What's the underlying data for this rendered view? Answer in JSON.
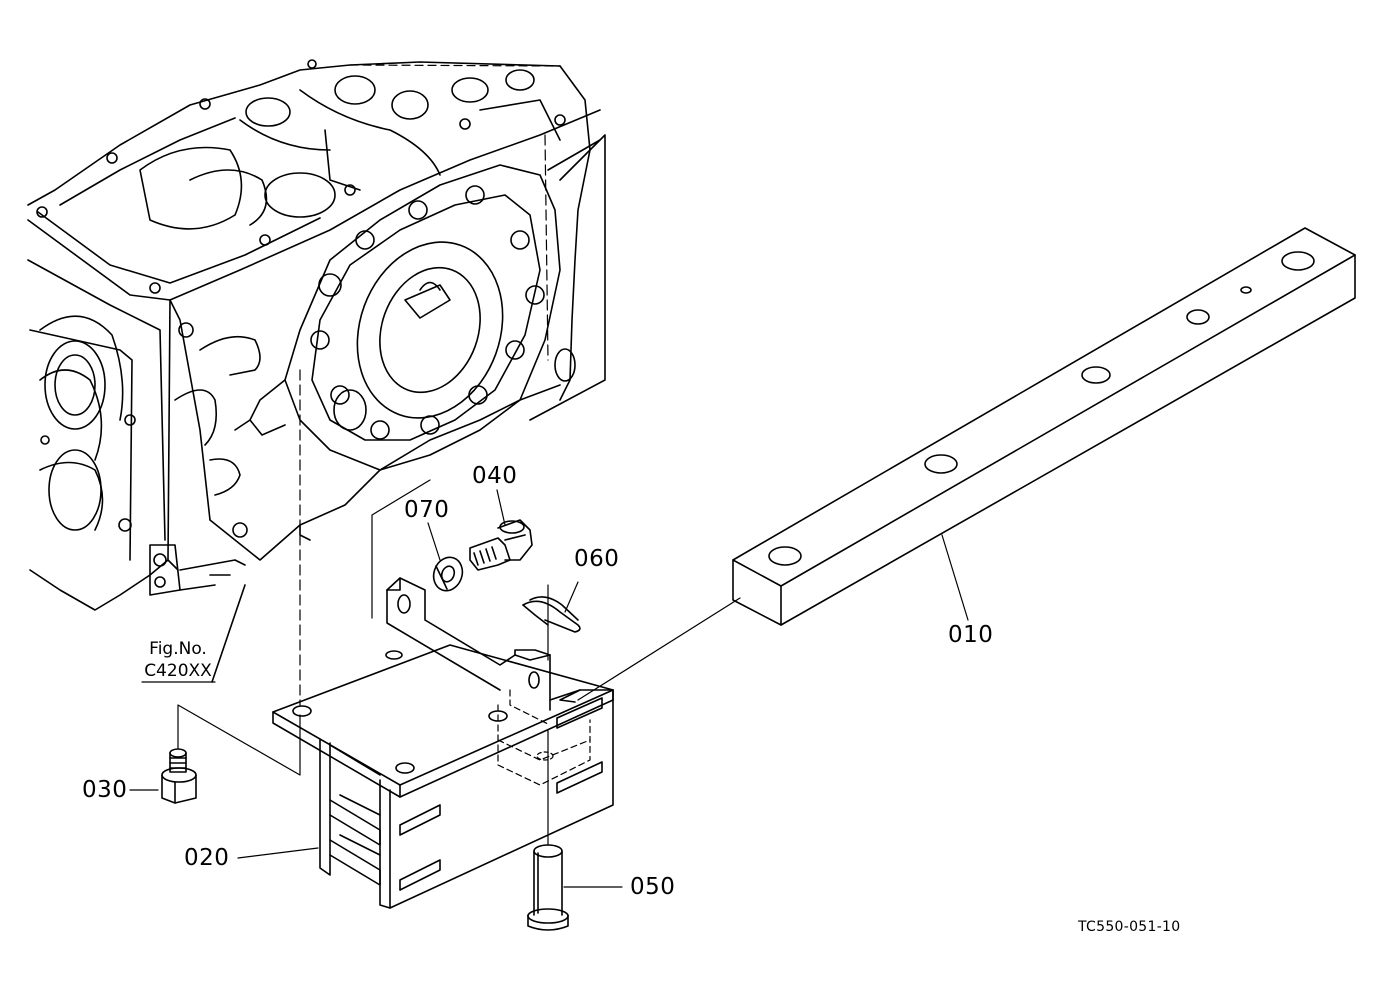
{
  "callouts": {
    "c010": "010",
    "c020": "020",
    "c030": "030",
    "c040": "040",
    "c050": "050",
    "c060": "060",
    "c070": "070"
  },
  "figure_ref": {
    "line1": "Fig.No.",
    "line2": "C420XX"
  },
  "drawing_code": "TC550-051-10"
}
